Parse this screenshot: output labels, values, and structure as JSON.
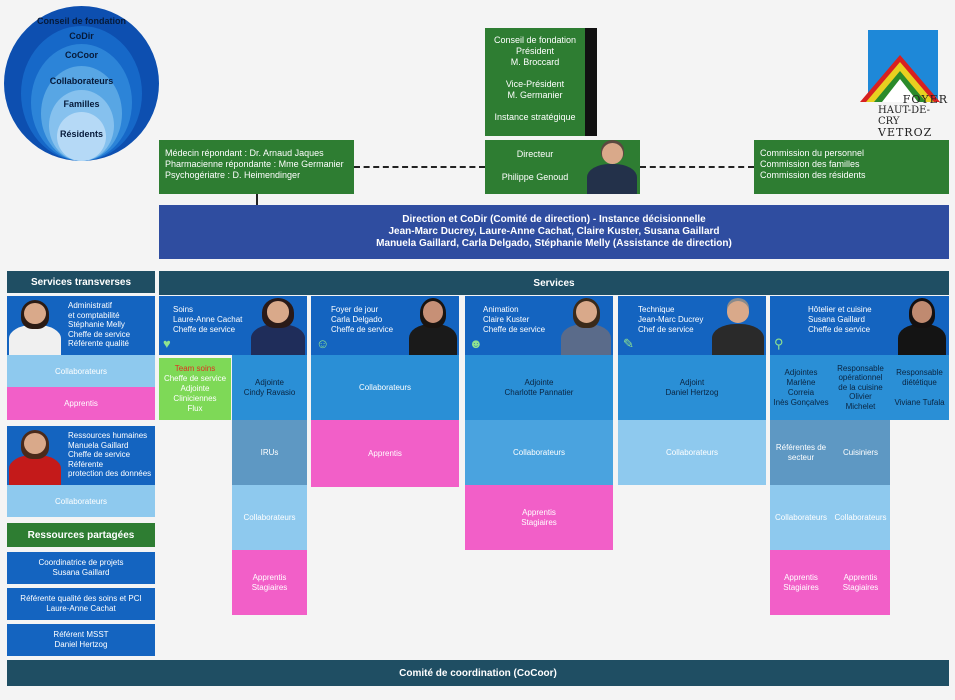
{
  "circles": [
    "Conseil de fondation",
    "CoDir",
    "CoCoor",
    "Collaborateurs",
    "Familles",
    "Résidents"
  ],
  "conseil": {
    "lines": [
      "Conseil de fondation",
      "Président",
      "M. Broccard",
      "Vice-Président",
      "M. Germanier",
      "Instance stratégique"
    ]
  },
  "logo": {
    "line1": "FOYER",
    "line2": "HAUT-DE-CRY",
    "line3": "VETROZ"
  },
  "medecin": [
    "Médecin répondant : Dr. Arnaud Jaques",
    "Pharmacienne répondante : Mme Germanier",
    "Psychogériatre : D. Heimendinger"
  ],
  "directeur": {
    "title": "Directeur",
    "name": "Philippe Genoud"
  },
  "commissions": [
    "Commission du personnel",
    "Commission des familles",
    "Commission des résidents"
  ],
  "direction": [
    "Direction et CoDir (Comité de direction) - Instance décisionnelle",
    "Jean-Marc Ducrey, Laure-Anne Cachat, Claire Kuster, Susana Gaillard",
    "Manuela Gaillard, Carla Delgado, Stéphanie Melly (Assistance de direction)"
  ],
  "transverses": {
    "title": "Services transverses",
    "admin": [
      "Administratif",
      "et comptabilité",
      "Stéphanie Melly",
      "Cheffe de service",
      "Référente qualité"
    ],
    "admin_collab": "Collaborateurs",
    "admin_apprentis": "Apprentis",
    "rh": [
      "Ressources humaines",
      "Manuela Gaillard",
      "Cheffe de service",
      "Référente",
      "protection des données"
    ],
    "rh_collab": "Collaborateurs"
  },
  "partagees": {
    "title": "Ressources partagées",
    "items": [
      [
        "Coordinatrice de projets",
        "Susana Gaillard"
      ],
      [
        "Référente qualité des soins et PCI",
        "Laure-Anne Cachat"
      ],
      [
        "Référent MSST",
        "Daniel Hertzog"
      ]
    ]
  },
  "services": {
    "title": "Services",
    "soins": {
      "head": [
        "Soins",
        "Laure-Anne Cachat",
        "Cheffe de service"
      ],
      "team_title": "Team soins",
      "team": [
        "Cheffe de service",
        "Adjointe",
        "Cliniciennes",
        "Flux"
      ],
      "adjointe": [
        "Adjointe",
        "Cindy Ravasio"
      ],
      "irus": "IRUs",
      "collab": "Collaborateurs",
      "apprentis": [
        "Apprentis",
        "Stagiaires"
      ]
    },
    "foyer": {
      "head": [
        "Foyer de jour",
        "Carla Delgado",
        "Cheffe de service"
      ],
      "collab": "Collaborateurs",
      "apprentis": "Apprentis"
    },
    "animation": {
      "head": [
        "Animation",
        "Claire Kuster",
        "Cheffe de service"
      ],
      "adjointe": [
        "Adjointe",
        "Charlotte Pannatier"
      ],
      "collab": "Collaborateurs",
      "apprentis": [
        "Apprentis",
        "Stagiaires"
      ]
    },
    "technique": {
      "head": [
        "Technique",
        "Jean-Marc Ducrey",
        "Chef de service"
      ],
      "adjoint": [
        "Adjoint",
        "Daniel Hertzog"
      ],
      "collab": "Collaborateurs"
    },
    "hotelier": {
      "head": [
        "Hôtelier et cuisine",
        "Susana Gaillard",
        "Cheffe de service"
      ],
      "adjointes": [
        "Adjointes",
        "Marlène",
        "Correia",
        "Inès Gonçalves"
      ],
      "resp_cuisine": [
        "Responsable",
        "opérationnel",
        "de la cuisine",
        "Olivier",
        "Michelet"
      ],
      "resp_diet": [
        "Responsable",
        "diététique",
        "",
        "Viviane Tufala"
      ],
      "ref_secteur": [
        "Référentes de",
        "secteur"
      ],
      "cuisiniers": "Cuisiniers",
      "collab1": "Collaborateurs",
      "collab2": "Collaborateurs",
      "apprentis1": [
        "Apprentis",
        "Stagiaires"
      ],
      "apprentis2": [
        "Apprentis",
        "Stagiaires"
      ]
    }
  },
  "cocoor": "Comité de coordination (CoCoor)"
}
